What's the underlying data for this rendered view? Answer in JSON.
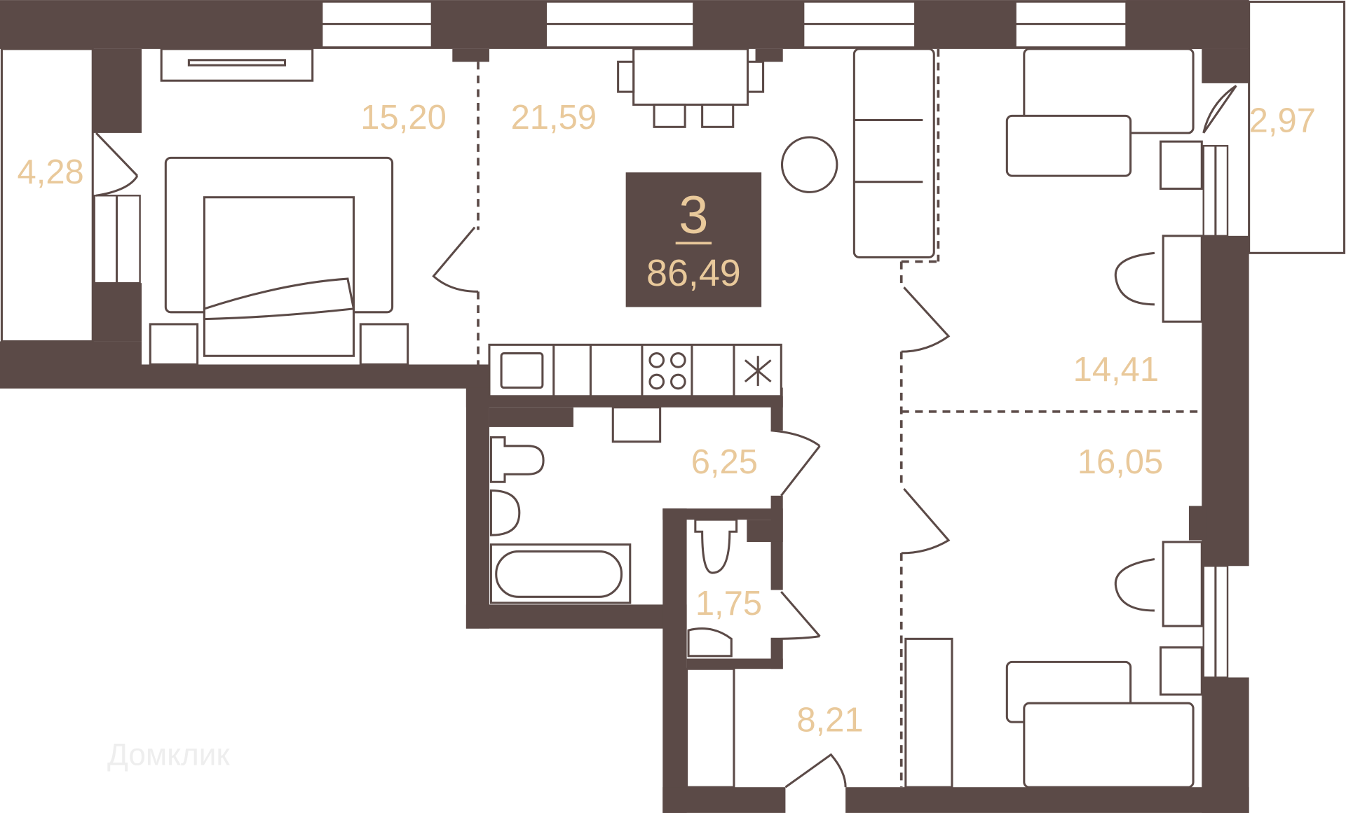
{
  "plan": {
    "rooms_count": "3",
    "total_area": "86,49",
    "colors": {
      "wall": "#5b4a47",
      "label": "#e9c99b"
    },
    "rooms": [
      {
        "id": "balcony-left",
        "area": "4,28"
      },
      {
        "id": "bedroom",
        "area": "15,20"
      },
      {
        "id": "living-kitchen",
        "area": "21,59"
      },
      {
        "id": "balcony-right",
        "area": "2,97"
      },
      {
        "id": "kids-room-top",
        "area": "14,41"
      },
      {
        "id": "kids-room-bottom",
        "area": "16,05"
      },
      {
        "id": "bathroom",
        "area": "6,25"
      },
      {
        "id": "toilet",
        "area": "1,75"
      },
      {
        "id": "hallway",
        "area": "8,21"
      }
    ]
  },
  "watermark": "Домклик"
}
